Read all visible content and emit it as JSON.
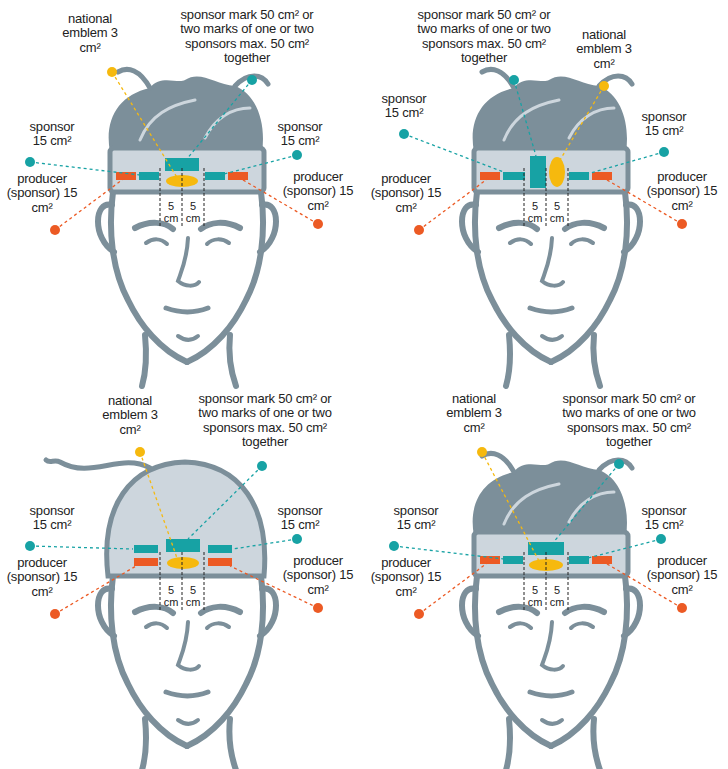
{
  "diagram": {
    "labels": [
      "national emblem 3 cm²",
      "sponsor mark 50 cm² or two marks of one or two sponsors max. 50 cm² together",
      "sponsor 15 cm²",
      "sponsor 15 cm²",
      "producer (sponsor) 15 cm²",
      "producer (sponsor) 15 cm²",
      "5 cm",
      "5 cm",
      "sponsor mark 50 cm² or two marks of one or two sponsors max. 50 cm² together",
      "national emblem 3 cm²",
      "sponsor 15 cm²",
      "sponsor 15 cm²",
      "producer (sponsor) 15 cm²",
      "producer (sponsor) 15 cm²",
      "5 cm",
      "5 cm",
      "national emblem 3 cm²",
      "sponsor mark 50 cm² or two marks of one or two sponsors max. 50 cm² together",
      "sponsor 15 cm²",
      "sponsor 15 cm²",
      "producer (sponsor) 15 cm²",
      "producer (sponsor) 15 cm²",
      "5 cm",
      "5 cm",
      "national emblem 3 cm²",
      "sponsor mark 50 cm² or two marks of one or two sponsors max. 50 cm² together",
      "sponsor 15 cm²",
      "sponsor 15 cm²",
      "producer (sponsor) 15 cm²",
      "producer (sponsor) 15 cm²",
      "5 cm",
      "5 cm"
    ]
  }
}
